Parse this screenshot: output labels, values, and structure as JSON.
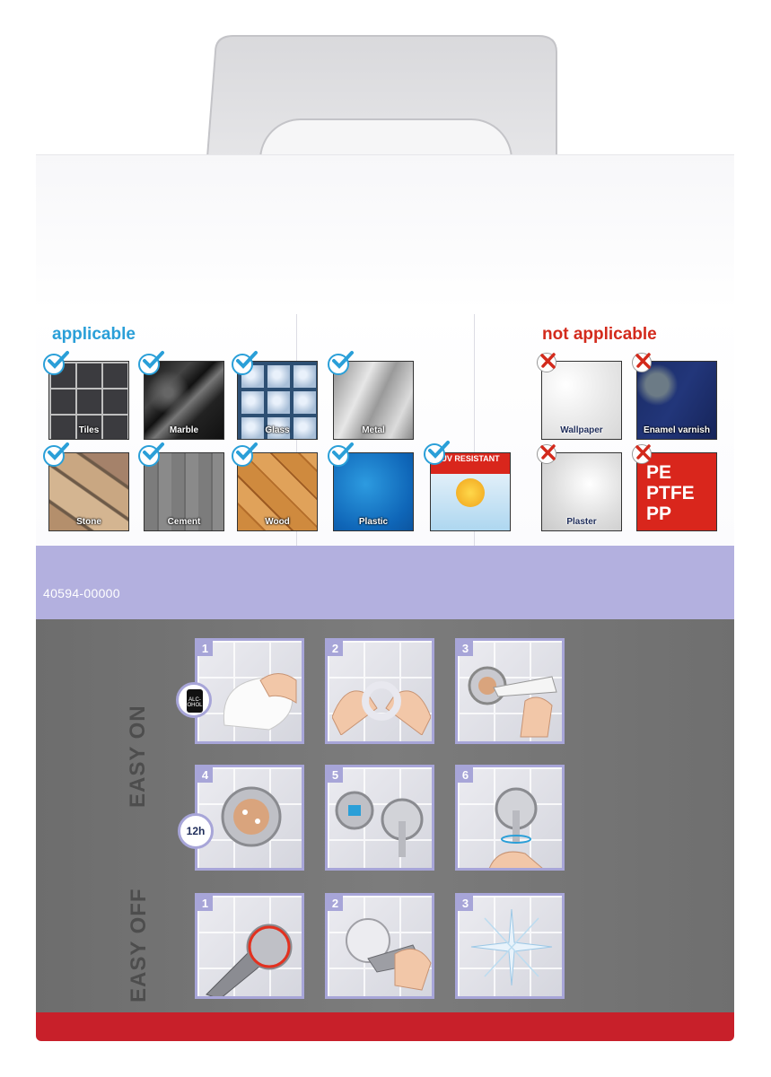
{
  "applicable": {
    "title": "applicable",
    "items": [
      {
        "label": "Tiles"
      },
      {
        "label": "Marble"
      },
      {
        "label": "Glass"
      },
      {
        "label": "Metal"
      },
      {
        "label": "Stone"
      },
      {
        "label": "Cement"
      },
      {
        "label": "Wood"
      },
      {
        "label": "Plastic"
      }
    ],
    "uv_badge": "UV RESISTANT"
  },
  "not_applicable": {
    "title": "not applicable",
    "items": [
      {
        "label": "Wallpaper"
      },
      {
        "label": "Enamel varnish"
      },
      {
        "label": "Plaster"
      },
      {
        "label": "PE PTFE PP"
      }
    ],
    "pe_lines": [
      "PE",
      "PTFE",
      "PP"
    ]
  },
  "product_code": "40594-00000",
  "easy_on": {
    "label": "EASY ON",
    "steps": [
      "1",
      "2",
      "3",
      "4",
      "5",
      "6"
    ],
    "alcohol_label": "ALC-OHOL",
    "cure_time": "12h"
  },
  "easy_off": {
    "label": "EASY OFF",
    "steps": [
      "1",
      "2",
      "3"
    ]
  },
  "colors": {
    "accent_blue": "#2a9fd8",
    "accent_red": "#d32a1c",
    "purple_band": "#b3b0df",
    "gray_panel": "#767676",
    "bottom_band": "#c8202a"
  }
}
